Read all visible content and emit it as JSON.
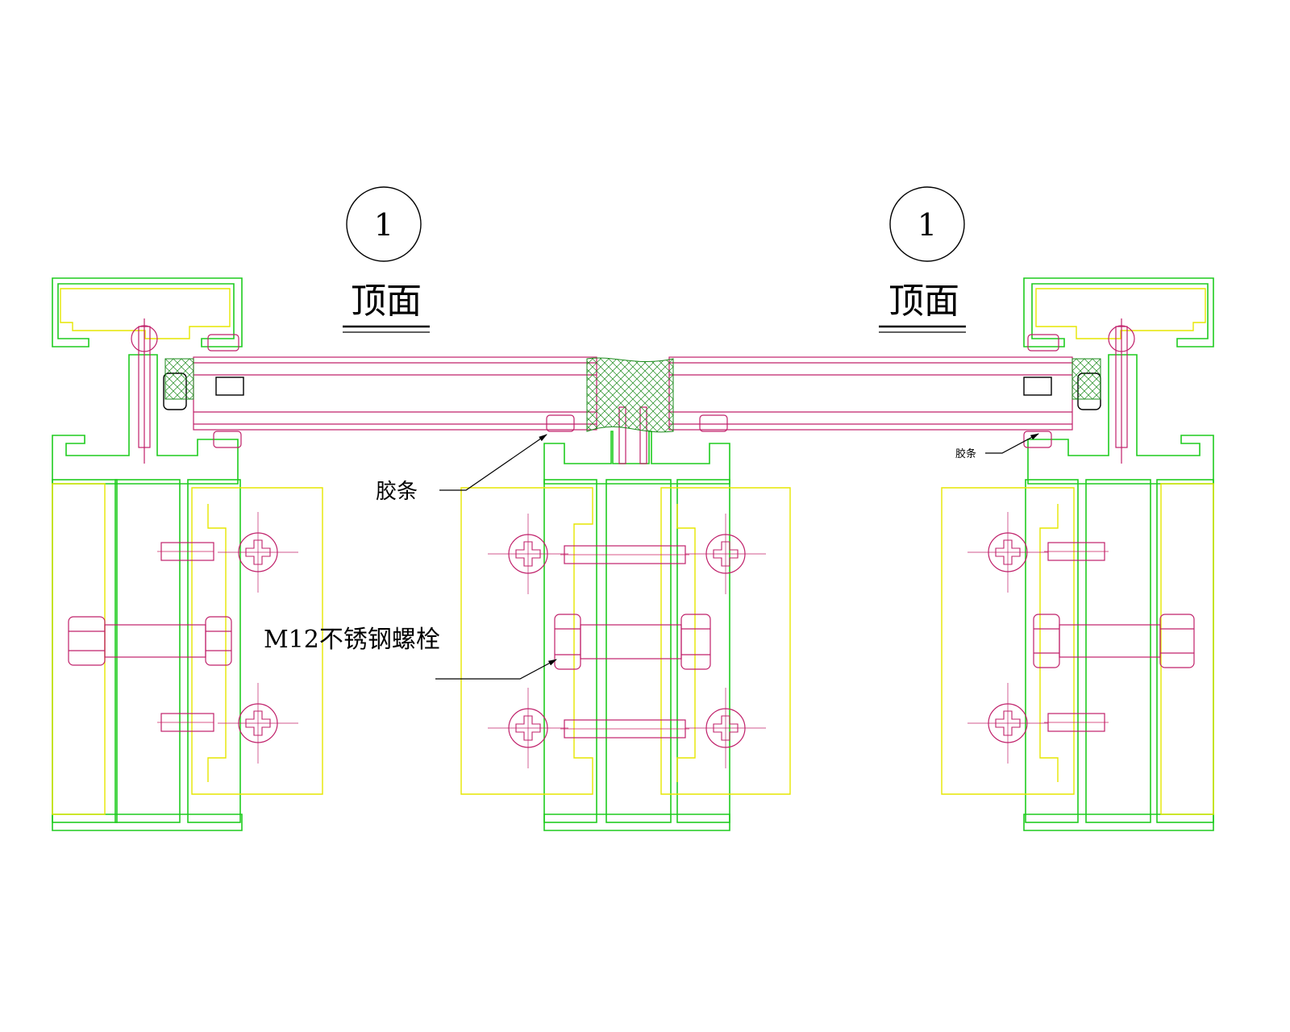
{
  "labels": {
    "section_marker_left": "1",
    "section_title_left": "顶面",
    "section_marker_right": "1",
    "section_title_right": "顶面",
    "gasket_left": "胶条",
    "gasket_right": "胶条",
    "bolt": "M12不锈钢螺栓"
  },
  "colors": {
    "aluminum_profile": "#1fcc1f",
    "steel_insert": "#e6e600",
    "glass_and_bolts": "#c0206a",
    "annotation": "#000000",
    "background": "#ffffff"
  }
}
